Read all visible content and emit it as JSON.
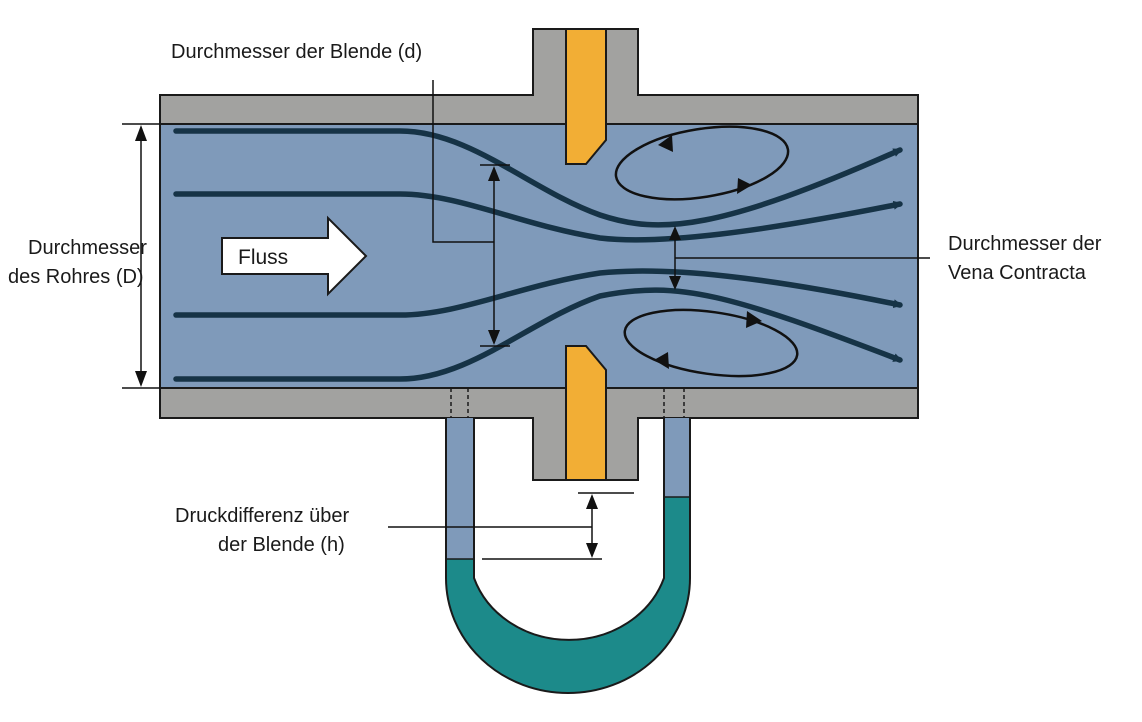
{
  "labels": {
    "orifice_diameter": "Durchmesser der Blende (d)",
    "pipe_diameter_line1": "Durchmesser",
    "pipe_diameter_line2": "des Rohres (D)",
    "vena_contracta_line1": "Durchmesser der",
    "vena_contracta_line2": "Vena Contracta",
    "pressure_diff_line1": "Druckdifferenz über",
    "pressure_diff_line2": "der Blende (h)",
    "flow": "Fluss"
  },
  "colors": {
    "pipe_wall": "#a2a2a0",
    "fluid": "#7f9aba",
    "streamline": "#163346",
    "orifice_plate": "#f2ae35",
    "manometer_liquid": "#1c8a8a",
    "outline": "#1a1a1a"
  }
}
